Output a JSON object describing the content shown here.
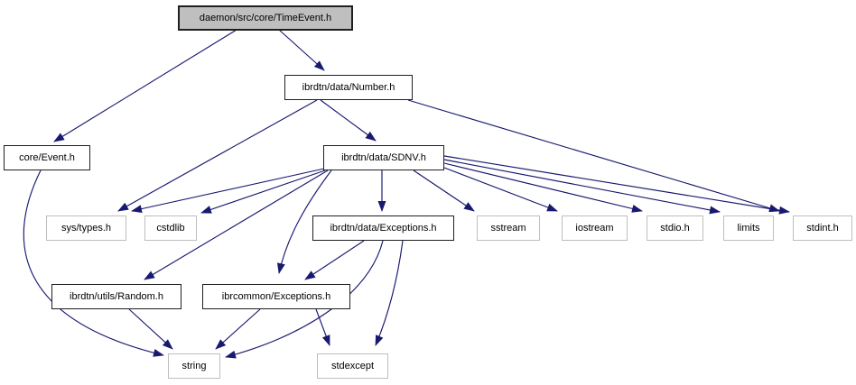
{
  "diagram": {
    "kind": "include-dependency-graph",
    "root": "daemon/src/core/TimeEvent.h",
    "colors": {
      "edge": "#191970",
      "root_fill": "#bfbfbf",
      "node_fill": "#ffffff",
      "node_border": "#1f1f1f",
      "leaf_border": "#bebebe",
      "text": "#000000",
      "background": "#ffffff"
    }
  },
  "nodes": [
    {
      "id": "timeevent",
      "label": "daemon/src/core/TimeEvent.h",
      "kind": "root"
    },
    {
      "id": "number",
      "label": "ibrdtn/data/Number.h",
      "kind": "internal"
    },
    {
      "id": "event",
      "label": "core/Event.h",
      "kind": "internal"
    },
    {
      "id": "sdnv",
      "label": "ibrdtn/data/SDNV.h",
      "kind": "internal"
    },
    {
      "id": "systypes",
      "label": "sys/types.h",
      "kind": "leaf"
    },
    {
      "id": "cstdlib",
      "label": "cstdlib",
      "kind": "leaf"
    },
    {
      "id": "dataexceptions",
      "label": "ibrdtn/data/Exceptions.h",
      "kind": "internal"
    },
    {
      "id": "sstream",
      "label": "sstream",
      "kind": "leaf"
    },
    {
      "id": "iostream",
      "label": "iostream",
      "kind": "leaf"
    },
    {
      "id": "stdioh",
      "label": "stdio.h",
      "kind": "leaf"
    },
    {
      "id": "limits",
      "label": "limits",
      "kind": "leaf"
    },
    {
      "id": "stdinth",
      "label": "stdint.h",
      "kind": "leaf"
    },
    {
      "id": "random",
      "label": "ibrdtn/utils/Random.h",
      "kind": "internal"
    },
    {
      "id": "ibrcommonexc",
      "label": "ibrcommon/Exceptions.h",
      "kind": "internal"
    },
    {
      "id": "string",
      "label": "string",
      "kind": "leaf"
    },
    {
      "id": "stdexcept",
      "label": "stdexcept",
      "kind": "leaf"
    }
  ],
  "edges": [
    {
      "from": "daemon/src/core/TimeEvent.h",
      "to": "core/Event.h"
    },
    {
      "from": "daemon/src/core/TimeEvent.h",
      "to": "ibrdtn/data/Number.h"
    },
    {
      "from": "ibrdtn/data/Number.h",
      "to": "ibrdtn/data/SDNV.h"
    },
    {
      "from": "ibrdtn/data/Number.h",
      "to": "sys/types.h"
    },
    {
      "from": "ibrdtn/data/Number.h",
      "to": "stdint.h"
    },
    {
      "from": "ibrdtn/data/SDNV.h",
      "to": "sys/types.h"
    },
    {
      "from": "ibrdtn/data/SDNV.h",
      "to": "cstdlib"
    },
    {
      "from": "ibrdtn/data/SDNV.h",
      "to": "ibrdtn/utils/Random.h"
    },
    {
      "from": "ibrdtn/data/SDNV.h",
      "to": "ibrcommon/Exceptions.h"
    },
    {
      "from": "ibrdtn/data/SDNV.h",
      "to": "ibrdtn/data/Exceptions.h"
    },
    {
      "from": "ibrdtn/data/SDNV.h",
      "to": "sstream"
    },
    {
      "from": "ibrdtn/data/SDNV.h",
      "to": "iostream"
    },
    {
      "from": "ibrdtn/data/SDNV.h",
      "to": "stdio.h"
    },
    {
      "from": "ibrdtn/data/SDNV.h",
      "to": "limits"
    },
    {
      "from": "ibrdtn/data/SDNV.h",
      "to": "stdint.h"
    },
    {
      "from": "ibrdtn/data/Exceptions.h",
      "to": "ibrcommon/Exceptions.h"
    },
    {
      "from": "ibrdtn/data/Exceptions.h",
      "to": "string"
    },
    {
      "from": "ibrdtn/data/Exceptions.h",
      "to": "stdexcept"
    },
    {
      "from": "ibrcommon/Exceptions.h",
      "to": "string"
    },
    {
      "from": "ibrcommon/Exceptions.h",
      "to": "stdexcept"
    },
    {
      "from": "ibrdtn/utils/Random.h",
      "to": "string"
    },
    {
      "from": "core/Event.h",
      "to": "string"
    }
  ]
}
